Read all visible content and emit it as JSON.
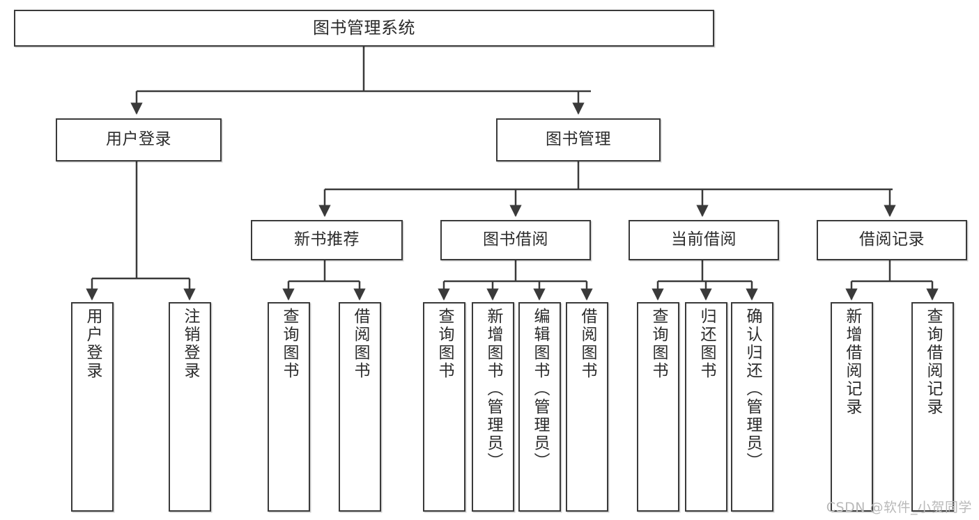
{
  "diagram": {
    "title": "图书管理系统",
    "type": "tree-hierarchy-chart",
    "colors": {
      "stroke": "#3a3a3a",
      "fill": "#ffffff",
      "text": "#2b2b2b",
      "watermark": "#b9b9b9"
    },
    "nodes": {
      "root": {
        "label": "图书管理系统"
      },
      "level2": [
        {
          "id": "user-login",
          "label": "用户登录"
        },
        {
          "id": "book-manage",
          "label": "图书管理"
        }
      ],
      "level3": [
        {
          "id": "new-book-recommend",
          "label": "新书推荐"
        },
        {
          "id": "book-borrow",
          "label": "图书借阅"
        },
        {
          "id": "current-borrow",
          "label": "当前借阅"
        },
        {
          "id": "borrow-record",
          "label": "借阅记录"
        }
      ],
      "leaves": {
        "user_login": [
          {
            "id": "leaf-user-login",
            "label": "用户登录"
          },
          {
            "id": "leaf-logout-login",
            "label": "注销登录"
          }
        ],
        "new_book_recommend": [
          {
            "id": "leaf-query-book-1",
            "label": "查询图书"
          },
          {
            "id": "leaf-borrow-book-1",
            "label": "借阅图书"
          }
        ],
        "book_borrow": [
          {
            "id": "leaf-query-book-2",
            "label": "查询图书"
          },
          {
            "id": "leaf-add-book",
            "label": "新增图书（管理员）"
          },
          {
            "id": "leaf-edit-book",
            "label": "编辑图书（管理员）"
          },
          {
            "id": "leaf-borrow-book-2",
            "label": "借阅图书"
          }
        ],
        "current_borrow": [
          {
            "id": "leaf-query-book-3",
            "label": "查询图书"
          },
          {
            "id": "leaf-return-book",
            "label": "归还图书"
          },
          {
            "id": "leaf-confirm-return",
            "label": "确认归还（管理员）"
          }
        ],
        "borrow_record": [
          {
            "id": "leaf-add-borrow-record",
            "label": "新增借阅记录"
          },
          {
            "id": "leaf-query-borrow-record",
            "label": "查询借阅记录"
          }
        ]
      }
    }
  },
  "watermark": {
    "text": "CSDN @软件_小贺同学"
  }
}
